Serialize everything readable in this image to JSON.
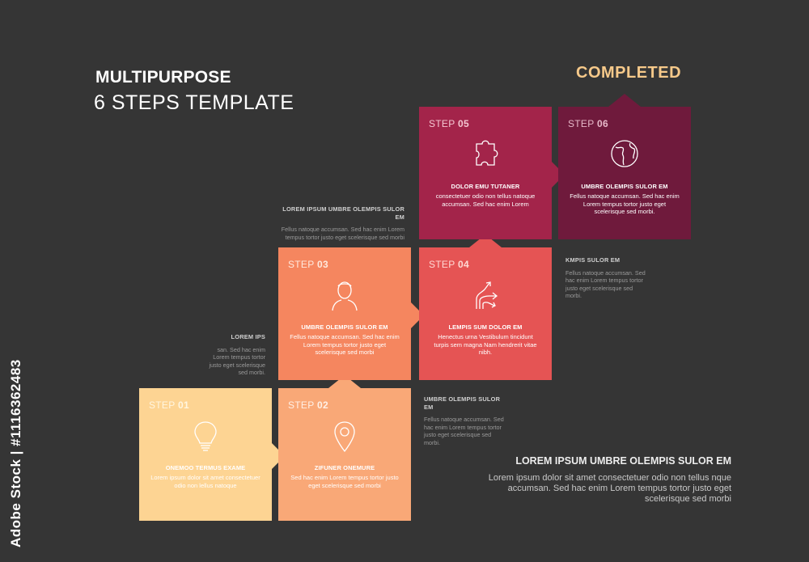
{
  "header": {
    "title_line1": "MULTIPURPOSE",
    "title_line2": "6 STEPS TEMPLATE",
    "completed": "COMPLETED"
  },
  "colors": {
    "background": "#353535",
    "step1": "#fdd493",
    "step2": "#f9a877",
    "step3": "#f5865f",
    "step4": "#e55454",
    "step5": "#a3244a",
    "step6": "#6f1a3c",
    "completed": "#f6c98a"
  },
  "steps": [
    {
      "step_word": "STEP",
      "num": "01",
      "icon": "lightbulb-icon",
      "name": "ONEMOO TERMUS EXAME",
      "desc": "Lorem ipsum dolor sit amet consectetuer odio non lellus natoque"
    },
    {
      "step_word": "STEP",
      "num": "02",
      "icon": "map-pin-icon",
      "name": "ZIFUNER ONEMURE",
      "desc": "Sed hac enim Lorem tempus tortor justo eget scelerisque sed morbi"
    },
    {
      "step_word": "STEP",
      "num": "03",
      "icon": "person-icon",
      "name": "UMBRE OLEMPIS SULOR EM",
      "desc": "Fellus natoque accumsan. Sed hac enim Lorem tempus tortor justo eget scelerisque sed morbi"
    },
    {
      "step_word": "STEP",
      "num": "04",
      "icon": "split-arrows-icon",
      "name": "LEMPIS SUM DOLOR EM",
      "desc": "Henectus urna Vestibulum tincidunt turpis sem magna Nam hendrerit vitae nibh."
    },
    {
      "step_word": "STEP",
      "num": "05",
      "icon": "puzzle-icon",
      "name": "DOLOR EMU TUTANER",
      "desc": "consectetuer odio non tellus natoque accumsan. Sed hac enim Lorem"
    },
    {
      "step_word": "STEP",
      "num": "06",
      "icon": "globe-icon",
      "name": "UMBRE OLEMPIS SULOR EM",
      "desc": "Fellus natoque accumsan. Sed hac enim Lorem tempus tortor justo eget scelerisque sed morbi."
    }
  ],
  "side_notes": [
    {
      "heading": "LOREM IPSUM UMBRE OLEMPIS SULOR EM",
      "text": "Fellus natoque accumsan. Sed hac enim Lorem tempus tortor justo eget scelerisque sed morbi"
    },
    {
      "heading": "LOREM IPS",
      "text": "san. Sed hac enim Lorem tempus tortor justo eget scelerisque sed morbi."
    },
    {
      "heading": "UMBRE OLEMPIS SULOR EM",
      "text": "Fellus natoque accumsan. Sed hac enim Lorem tempus tortor justo eget scelerisque sed morbi."
    },
    {
      "heading": "KMPIS SULOR EM",
      "text": "Fellus natoque accumsan. Sed hac enim Lorem tempus tortor justo eget scelerisque sed morbi."
    }
  ],
  "bottom": {
    "heading": "LOREM IPSUM UMBRE OLEMPIS SULOR EM",
    "text": "Lorem ipsum dolor sit amet consectetuer odio non tellus nque accumsan. Sed hac enim Lorem tempus tortor justo eget scelerisque sed morbi"
  },
  "watermark": {
    "vertical_id": "Adobe Stock | #1116362483"
  }
}
